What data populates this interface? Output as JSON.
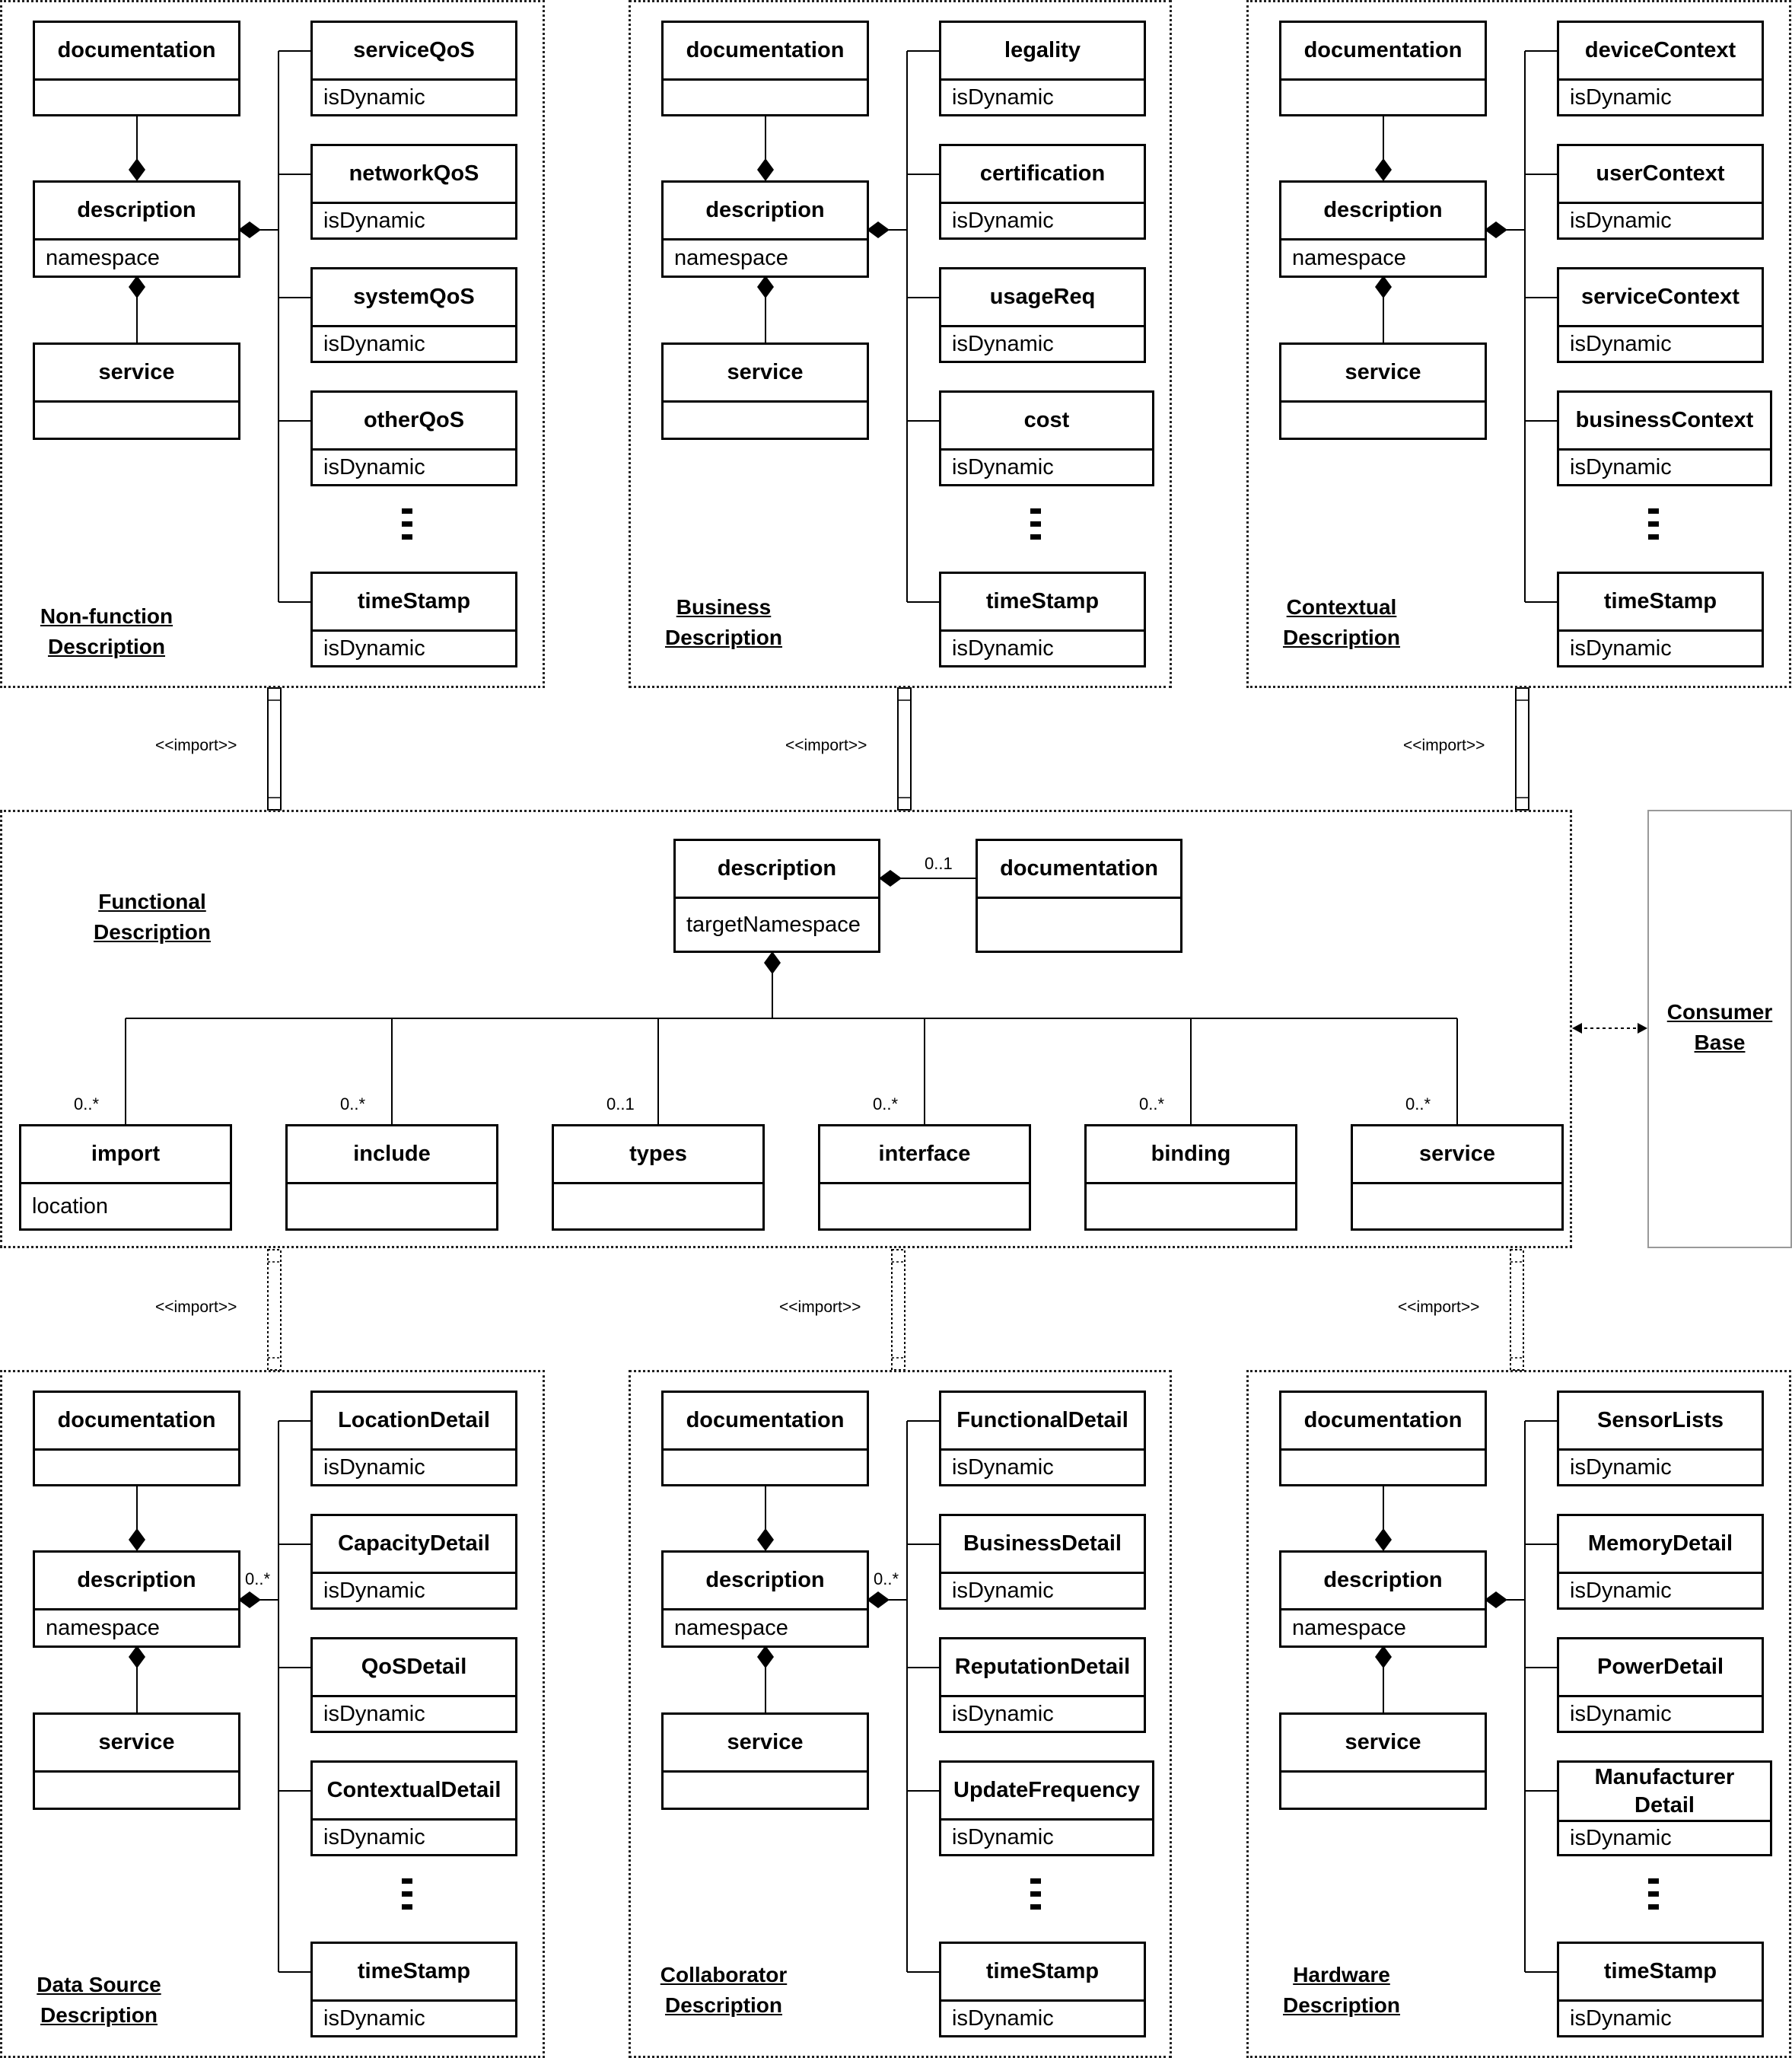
{
  "packages": {
    "nonfunction": {
      "label_lines": [
        "Non-function",
        "Description"
      ],
      "classes": {
        "documentation": {
          "name": "documentation",
          "attr": ""
        },
        "description": {
          "name": "description",
          "attr": "namespace"
        },
        "service": {
          "name": "service",
          "attr": ""
        }
      },
      "items": [
        {
          "name": "serviceQoS",
          "attr": "isDynamic"
        },
        {
          "name": "networkQoS",
          "attr": "isDynamic"
        },
        {
          "name": "systemQoS",
          "attr": "isDynamic"
        },
        {
          "name": "otherQoS",
          "attr": "isDynamic"
        },
        {
          "name": "timeStamp",
          "attr": "isDynamic"
        }
      ]
    },
    "business": {
      "label_lines": [
        "Business",
        "Description"
      ],
      "classes": {
        "documentation": {
          "name": "documentation",
          "attr": ""
        },
        "description": {
          "name": "description",
          "attr": "namespace"
        },
        "service": {
          "name": "service",
          "attr": ""
        }
      },
      "items": [
        {
          "name": "legality",
          "attr": "isDynamic"
        },
        {
          "name": "certification",
          "attr": "isDynamic"
        },
        {
          "name": "usageReq",
          "attr": "isDynamic"
        },
        {
          "name": "cost",
          "attr": "isDynamic"
        },
        {
          "name": "timeStamp",
          "attr": "isDynamic"
        }
      ]
    },
    "contextual": {
      "label_lines": [
        "Contextual",
        "Description"
      ],
      "classes": {
        "documentation": {
          "name": "documentation",
          "attr": ""
        },
        "description": {
          "name": "description",
          "attr": "namespace"
        },
        "service": {
          "name": "service",
          "attr": ""
        }
      },
      "items": [
        {
          "name": "deviceContext",
          "attr": "isDynamic"
        },
        {
          "name": "userContext",
          "attr": "isDynamic"
        },
        {
          "name": "serviceContext",
          "attr": "isDynamic"
        },
        {
          "name": "businessContext",
          "attr": "isDynamic"
        },
        {
          "name": "timeStamp",
          "attr": "isDynamic"
        }
      ]
    },
    "datasource": {
      "label_lines": [
        "Data Source",
        "Description"
      ],
      "multiplicity": "0..*",
      "classes": {
        "documentation": {
          "name": "documentation",
          "attr": ""
        },
        "description": {
          "name": "description",
          "attr": "namespace"
        },
        "service": {
          "name": "service",
          "attr": ""
        }
      },
      "items": [
        {
          "name": "LocationDetail",
          "attr": "isDynamic"
        },
        {
          "name": "CapacityDetail",
          "attr": "isDynamic"
        },
        {
          "name": "QoSDetail",
          "attr": "isDynamic"
        },
        {
          "name": "ContextualDetail",
          "attr": "isDynamic"
        },
        {
          "name": "timeStamp",
          "attr": "isDynamic"
        }
      ]
    },
    "collaborator": {
      "label_lines": [
        "Collaborator",
        "Description"
      ],
      "multiplicity": "0..*",
      "classes": {
        "documentation": {
          "name": "documentation",
          "attr": ""
        },
        "description": {
          "name": "description",
          "attr": "namespace"
        },
        "service": {
          "name": "service",
          "attr": ""
        }
      },
      "items": [
        {
          "name": "FunctionalDetail",
          "attr": "isDynamic"
        },
        {
          "name": "BusinessDetail",
          "attr": "isDynamic"
        },
        {
          "name": "ReputationDetail",
          "attr": "isDynamic"
        },
        {
          "name": "UpdateFrequency",
          "attr": "isDynamic"
        },
        {
          "name": "timeStamp",
          "attr": "isDynamic"
        }
      ]
    },
    "hardware": {
      "label_lines": [
        "Hardware",
        "Description"
      ],
      "classes": {
        "documentation": {
          "name": "documentation",
          "attr": ""
        },
        "description": {
          "name": "description",
          "attr": "namespace"
        },
        "service": {
          "name": "service",
          "attr": ""
        }
      },
      "items": [
        {
          "name": "SensorLists",
          "attr": "isDynamic"
        },
        {
          "name": "MemoryDetail",
          "attr": "isDynamic"
        },
        {
          "name": "PowerDetail",
          "attr": "isDynamic"
        },
        {
          "name": "Manufacturer Detail",
          "attr": "isDynamic"
        },
        {
          "name": "timeStamp",
          "attr": "isDynamic"
        }
      ]
    }
  },
  "functional": {
    "label_lines": [
      "Functional",
      "Description"
    ],
    "description": {
      "name": "description",
      "attr": "targetNamespace"
    },
    "documentation": {
      "name": "documentation",
      "attr": "",
      "multiplicity": "0..1"
    },
    "children": [
      {
        "name": "import",
        "attr": "location",
        "multiplicity": "0..*"
      },
      {
        "name": "include",
        "attr": "",
        "multiplicity": "0..*"
      },
      {
        "name": "types",
        "attr": "",
        "multiplicity": "0..1"
      },
      {
        "name": "interface",
        "attr": "",
        "multiplicity": "0..*"
      },
      {
        "name": "binding",
        "attr": "",
        "multiplicity": "0..*"
      },
      {
        "name": "service",
        "attr": "",
        "multiplicity": "0..*"
      }
    ]
  },
  "consumer": {
    "label_lines": [
      "Consumer",
      "Base"
    ]
  },
  "stereotype": "<<import>>"
}
